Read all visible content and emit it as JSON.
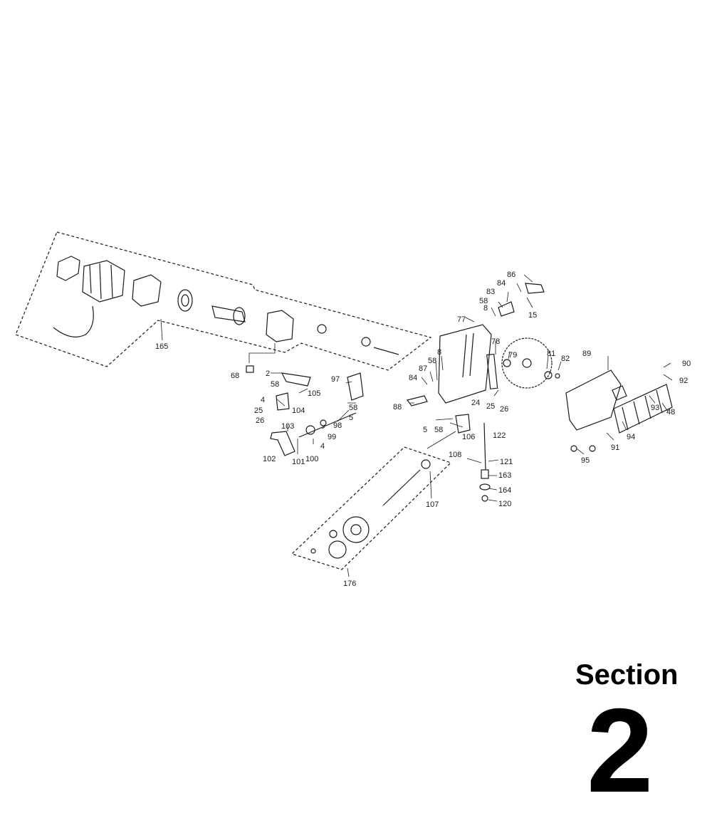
{
  "section": {
    "word": "Section",
    "number": "2"
  },
  "part_labels": [
    "165",
    "68",
    "2",
    "58",
    "105",
    "4",
    "104",
    "25",
    "26",
    "97",
    "58",
    "5",
    "98",
    "99",
    "4",
    "100",
    "101",
    "103",
    "102",
    "86",
    "84",
    "83",
    "15",
    "58",
    "8",
    "77",
    "78",
    "79",
    "81",
    "82",
    "87",
    "58",
    "8",
    "84",
    "88",
    "24",
    "25",
    "26",
    "5",
    "58",
    "106",
    "122",
    "108",
    "121",
    "163",
    "164",
    "120",
    "107",
    "176",
    "89",
    "90",
    "92",
    "93",
    "48",
    "94",
    "91",
    "95"
  ],
  "colors": {
    "line": "#1a1a1a",
    "background": "#ffffff"
  }
}
